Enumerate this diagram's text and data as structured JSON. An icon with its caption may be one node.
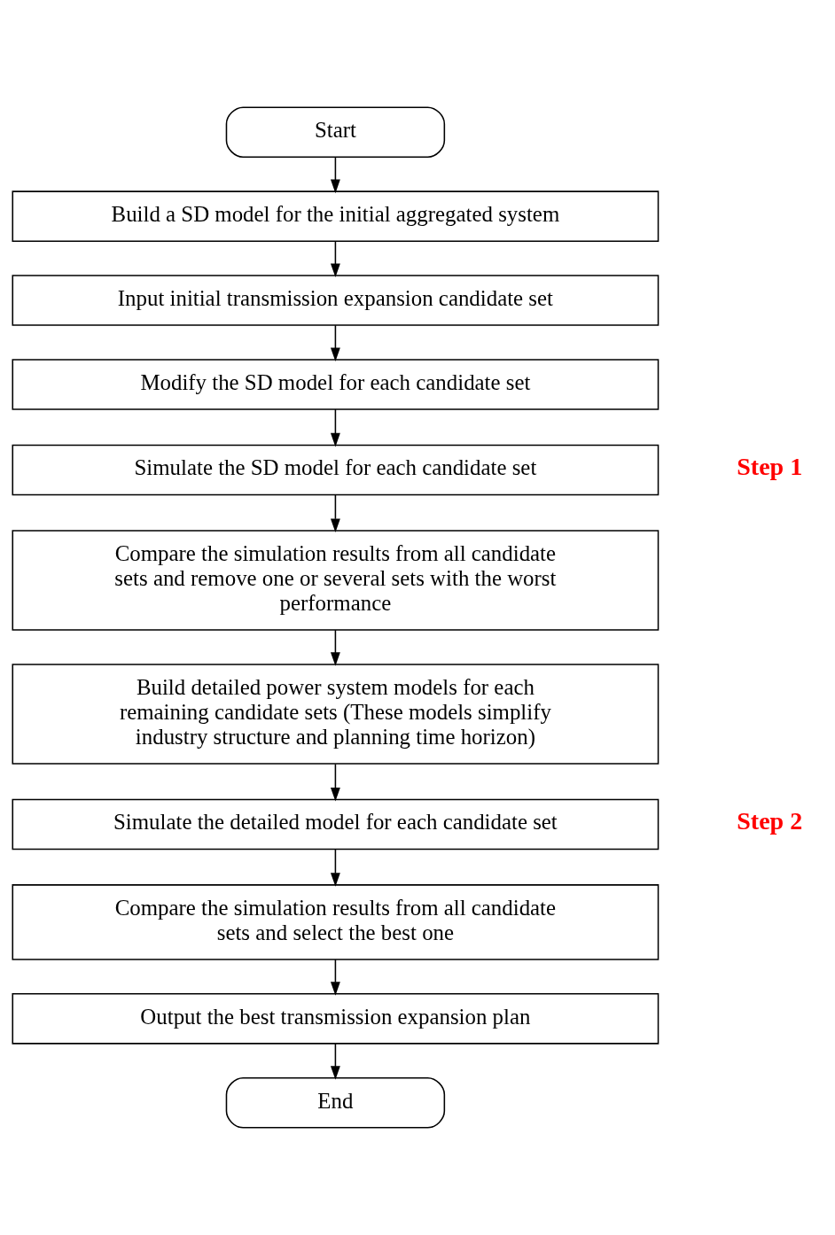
{
  "diagram": {
    "nodes": [
      {
        "text": [
          "Start"
        ]
      },
      {
        "text": [
          "Build a SD model for the initial aggregated system"
        ]
      },
      {
        "text": [
          "Input initial transmission expansion candidate set"
        ]
      },
      {
        "text": [
          "Modify the SD model for each candidate set"
        ]
      },
      {
        "text": [
          "Simulate the SD model for each candidate set"
        ]
      },
      {
        "text": [
          "Compare the simulation results from all candidate sets and remove one or several sets with the worst performance"
        ]
      },
      {
        "text": [
          "Build detailed power system models for each remaining candidate sets (These models simplify industry structure and planning time horizon)"
        ]
      },
      {
        "text": [
          "Simulate the detailed model for each candidate set"
        ]
      },
      {
        "text": [
          "Compare the simulation results from all candidate sets and select the best one"
        ]
      },
      {
        "text": [
          "Output the best transmission expansion plan"
        ]
      },
      {
        "text": [
          "End"
        ]
      }
    ],
    "edges": [
      {
        "from": 0,
        "to": 1,
        "arrow": "to"
      },
      {
        "from": 1,
        "to": 2,
        "arrow": "to"
      },
      {
        "from": 2,
        "to": 3,
        "arrow": "to"
      },
      {
        "from": 3,
        "to": 4,
        "arrow": "to"
      },
      {
        "from": 4,
        "to": 5,
        "arrow": "to"
      },
      {
        "from": 5,
        "to": 6,
        "arrow": "to"
      },
      {
        "from": 6,
        "to": 7,
        "arrow": "to"
      },
      {
        "from": 7,
        "to": 8,
        "arrow": "to"
      },
      {
        "from": 8,
        "to": 9,
        "arrow": "to"
      },
      {
        "from": 9,
        "to": 10,
        "arrow": "to"
      }
    ],
    "labels": [
      "Step 1",
      "Step 2"
    ]
  }
}
